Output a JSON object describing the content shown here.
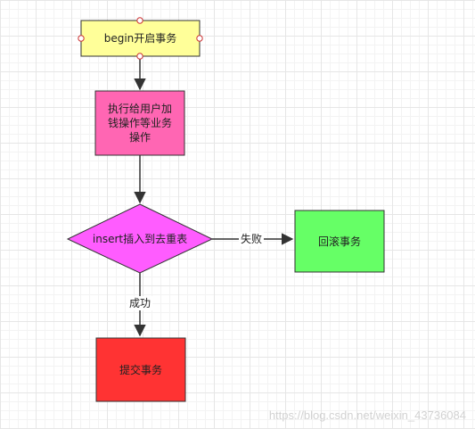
{
  "nodes": {
    "start": {
      "label": "begin开启事务",
      "fill": "#ffff99"
    },
    "operate": {
      "label": "执行给用户加\n钱操作等业务\n操作",
      "fill": "#ff66b3"
    },
    "decision": {
      "label": "insert插入到去重表",
      "fill": "#ff5cff"
    },
    "rollback": {
      "label": "回滚事务",
      "fill": "#66ff66"
    },
    "commit": {
      "label": "提交事务",
      "fill": "#ff3333"
    }
  },
  "edges": {
    "fail_label": "失败",
    "success_label": "成功"
  },
  "watermark": "https://blog.csdn.net/weixin_43736084"
}
